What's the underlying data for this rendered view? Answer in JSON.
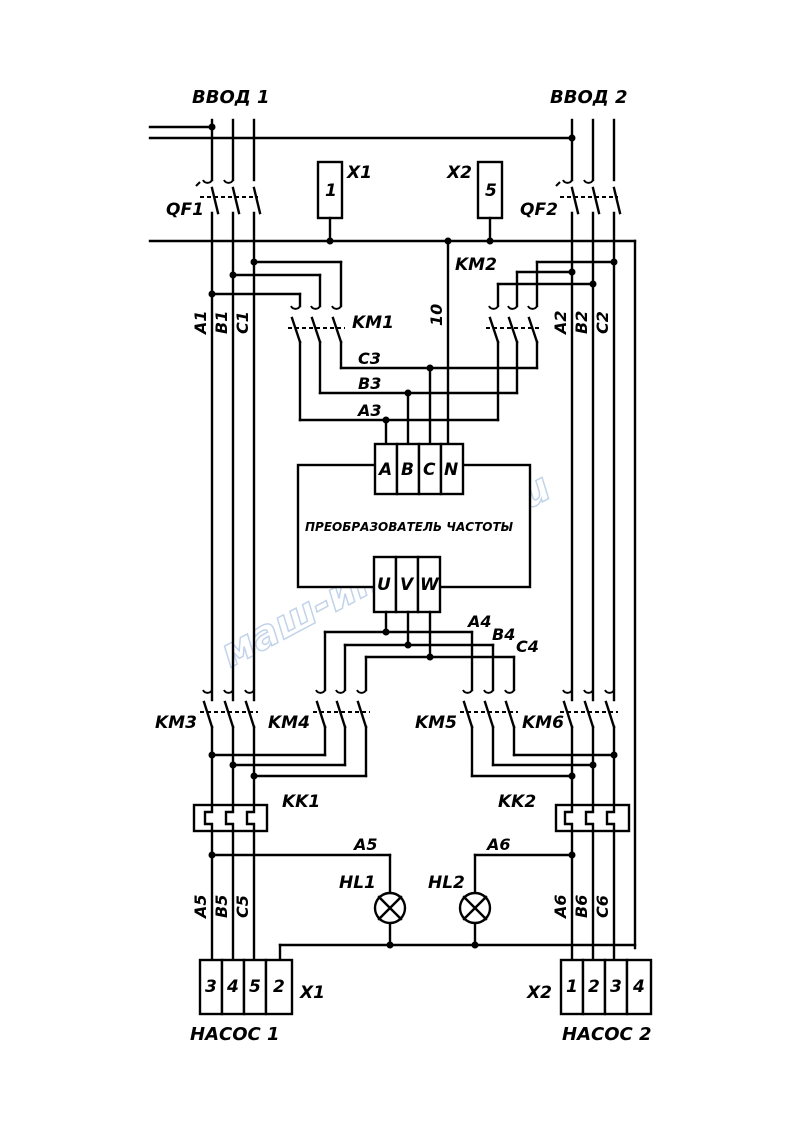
{
  "inputs": {
    "input1": "ВВОД 1",
    "input2": "ВВОД 2"
  },
  "breakers": {
    "qf1": "QF1",
    "qf2": "QF2"
  },
  "terminals_top": {
    "x1_label": "X1",
    "x1_num": "1",
    "x2_label": "X2",
    "x2_num": "5"
  },
  "contactors": {
    "km1": "KM1",
    "km2": "KM2",
    "km3": "KM3",
    "km4": "KM4",
    "km5": "KM5",
    "km6": "KM6"
  },
  "wire_labels": {
    "a1": "A1",
    "b1": "B1",
    "c1": "C1",
    "a2": "A2",
    "b2": "B2",
    "c2": "C2",
    "a3": "A3",
    "b3": "B3",
    "c3": "C3",
    "n10": "10",
    "a4": "A4",
    "b4": "B4",
    "c4": "C4",
    "a5_left": "A5",
    "b5": "B5",
    "c5": "C5",
    "a6_left": "A6",
    "b6": "B6",
    "c6": "C6",
    "a5_lamp": "A5",
    "a6_lamp": "A6"
  },
  "converter": {
    "title": "ПРЕОБРАЗОВАТЕЛЬ ЧАСТОТЫ",
    "inputs": [
      "A",
      "B",
      "C",
      "N"
    ],
    "outputs": [
      "U",
      "V",
      "W"
    ]
  },
  "relays": {
    "kk1": "KK1",
    "kk2": "KK2"
  },
  "lamps": {
    "hl1": "HL1",
    "hl2": "HL2"
  },
  "pump_blocks": {
    "x1_label": "X1",
    "x1_cells": [
      "3",
      "4",
      "5",
      "2"
    ],
    "x2_label": "X2",
    "x2_cells": [
      "1",
      "2",
      "3",
      "4"
    ]
  },
  "pumps": {
    "pump1": "НАСОС 1",
    "pump2": "НАСОС 2"
  },
  "watermark": "маш-информ.ru",
  "colors": {
    "ink": "#000000",
    "watermark": "#8fb0d8"
  }
}
